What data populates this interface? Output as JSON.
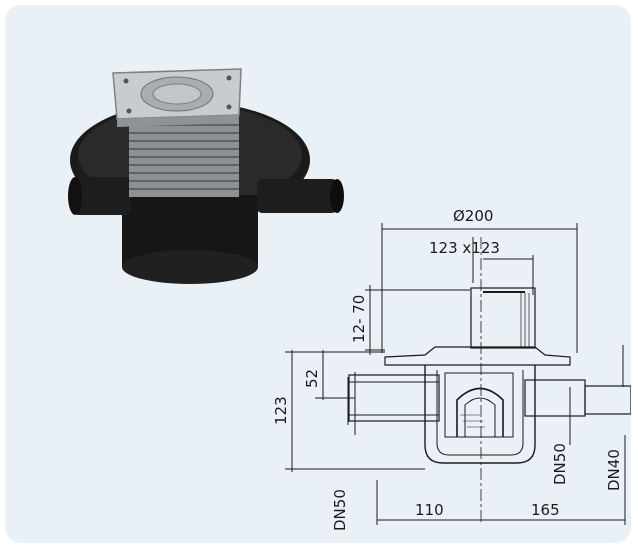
{
  "product": {
    "photo_name": "floor drain with square stainless grate"
  },
  "drawing": {
    "dimensions": {
      "outer_diameter": "Ø200",
      "grate_size": "123 x123",
      "adjust_range": "12- 70",
      "outlet_height": "52",
      "total_height": "123",
      "inlet_pipe": "DN50",
      "outlet_pipe_a": "DN50",
      "outlet_pipe_b": "DN40",
      "left_offset": "110",
      "right_offset": "165"
    }
  },
  "colors": {
    "panel": "#e9f1f7",
    "body": "#1c1c1c",
    "grate": "#b9bcbf",
    "line": "#1a1a1a"
  }
}
